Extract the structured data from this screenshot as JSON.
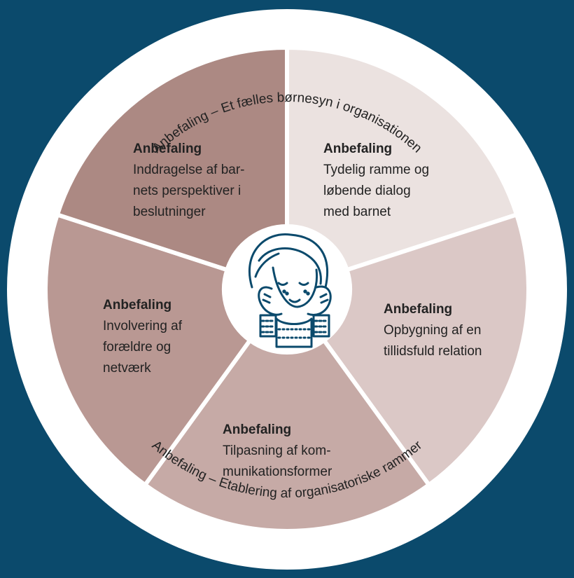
{
  "diagram": {
    "ring_top_text": "Anbefaling – Et fælles børnesyn i organisationen",
    "ring_bottom_text": "Anbefaling – Etablering af organisatoriske rammer",
    "segments": [
      {
        "id": "top-right",
        "title": "Anbefaling",
        "lines": [
          "Tydelig ramme og",
          "løbende dialog",
          "med barnet"
        ],
        "color": "#ebe2e0"
      },
      {
        "id": "right",
        "title": "Anbefaling",
        "lines": [
          "Opbygning af en",
          "tillidsfuld relation"
        ],
        "color": "#dbc8c6"
      },
      {
        "id": "bottom",
        "title": "Anbefaling",
        "lines": [
          "Tilpasning af kom-",
          "munikationsformer"
        ],
        "color": "#c6aaa6"
      },
      {
        "id": "left",
        "title": "Anbefaling",
        "lines": [
          "Involvering af",
          "forældre og",
          "netværk"
        ],
        "color": "#b99893"
      },
      {
        "id": "top-left",
        "title": "Anbefaling",
        "lines": [
          "Inddragelse af bar-",
          "nets perspektiver i",
          "beslutninger"
        ],
        "color": "#ac8983"
      }
    ],
    "colors": {
      "background": "#0b4a6c",
      "outer_ring": "#ffffff",
      "icon_stroke": "#0b4a6c",
      "center_circle": "#ffffff"
    },
    "center_icon": "child-face-in-hands-icon"
  }
}
